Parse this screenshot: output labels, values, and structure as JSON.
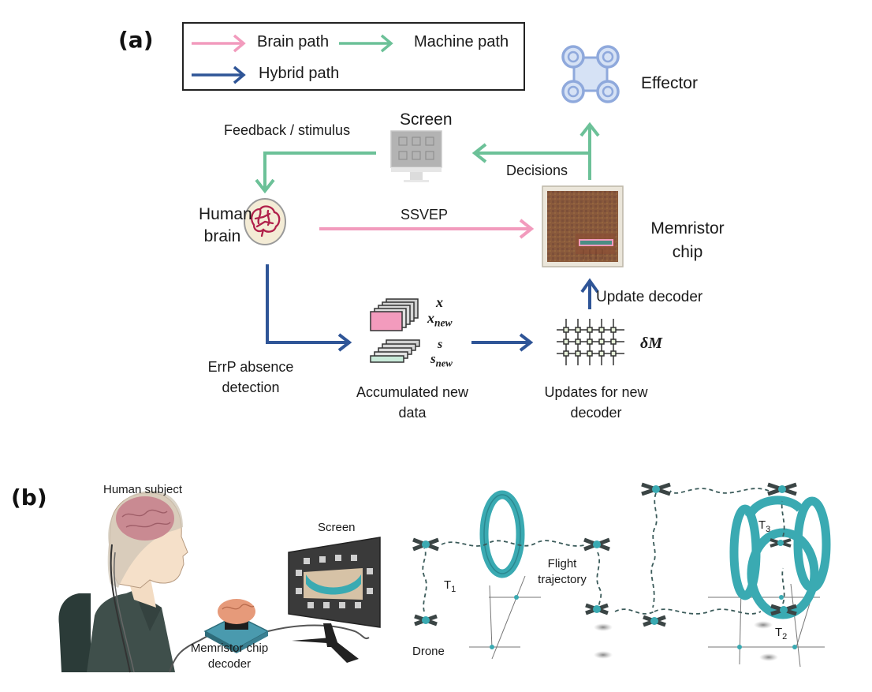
{
  "panel_a": {
    "label": "(a)",
    "legend": {
      "items": [
        {
          "label": "Brain path",
          "color": "#f29bbd"
        },
        {
          "label": "Machine path",
          "color": "#6cc198"
        },
        {
          "label": "Hybrid path",
          "color": "#2f5597"
        }
      ]
    },
    "nodes": {
      "effector": {
        "label": "Effector",
        "icon": "drone-icon"
      },
      "screen": {
        "label": "Screen",
        "icon": "monitor-icon"
      },
      "human_brain": {
        "label_line1": "Human",
        "label_line2": "brain",
        "icon": "brain-icon"
      },
      "memristor_chip": {
        "label_line1": "Memristor",
        "label_line2": "chip",
        "icon": "chip-icon"
      },
      "accumulated": {
        "label_line1": "Accumulated new",
        "label_line2": "data",
        "icon": "data-stack-icon",
        "math_x": "x",
        "math_x_new_base": "x",
        "math_x_new_sub": "new",
        "math_s": "s",
        "math_s_new_base": "s",
        "math_s_new_sub": "new"
      },
      "updates": {
        "label_line1": "Updates for new",
        "label_line2": "decoder",
        "icon": "crossbar-icon",
        "math": "δM"
      }
    },
    "edges": {
      "feedback": "Feedback / stimulus",
      "decisions": "Decisions",
      "ssvep": "SSVEP",
      "update_decoder": "Update decoder",
      "errp_line1": "ErrP absence",
      "errp_line2": "detection"
    }
  },
  "panel_b": {
    "label": "(b)",
    "human_subject": "Human subject",
    "screen": "Screen",
    "chip_line1": "Memristor chip",
    "chip_line2": "decoder",
    "drone": "Drone",
    "flight_line1": "Flight",
    "flight_line2": "trajectory",
    "t1_base": "T",
    "t1_sub": "1",
    "t2_base": "T",
    "t2_sub": "2",
    "t3_base": "T",
    "t3_sub": "3"
  }
}
